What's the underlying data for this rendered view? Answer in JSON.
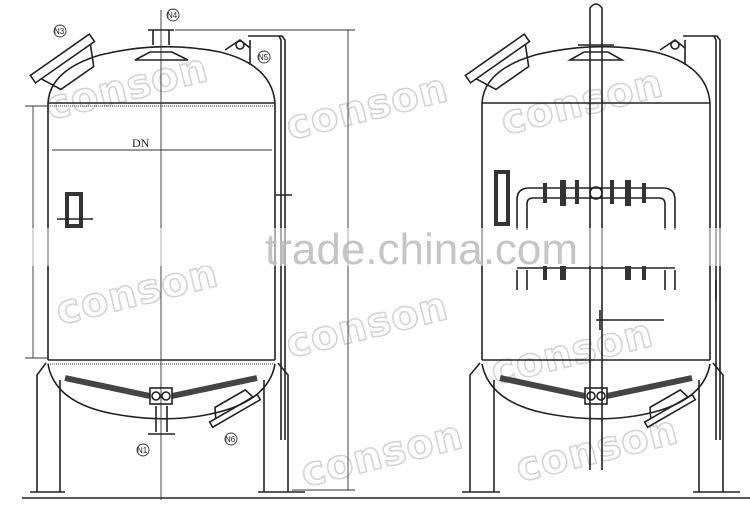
{
  "labels": {
    "nozzle_n1": "N1",
    "nozzle_n3": "N3",
    "nozzle_n4": "N4",
    "nozzle_n5": "N5",
    "nozzle_n6": "N6",
    "diameter": "DN"
  },
  "watermarks": {
    "brand": "conson",
    "site": "trade.china.com"
  }
}
